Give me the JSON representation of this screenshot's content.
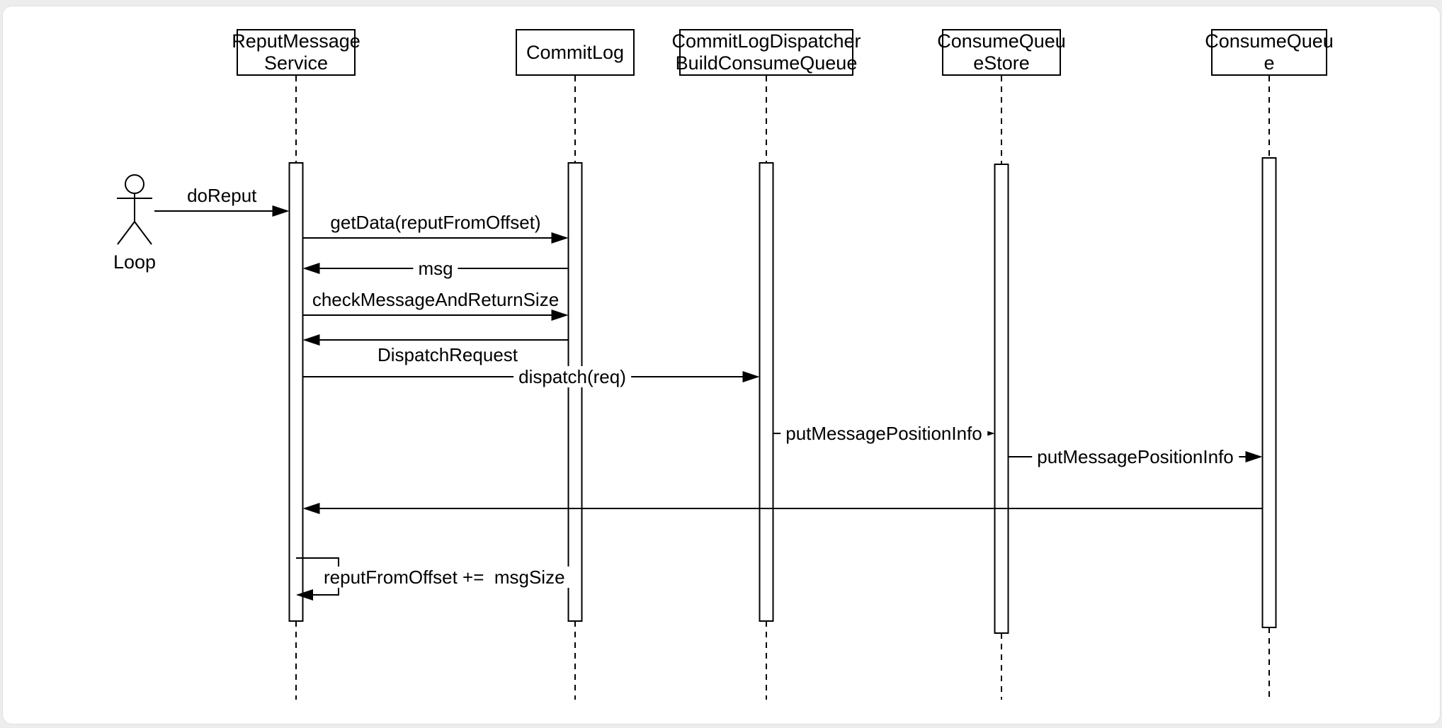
{
  "canvas": {
    "background_color": "#ededed",
    "card_color": "#ffffff",
    "line_color": "#000000"
  },
  "actor": {
    "label": "Loop"
  },
  "participants": [
    {
      "id": "reput-message-service",
      "lines": [
        "ReputMessage",
        "Service"
      ]
    },
    {
      "id": "commit-log",
      "lines": [
        "CommitLog"
      ]
    },
    {
      "id": "commit-log-dispatcher-build-consume-queue",
      "lines": [
        "CommitLogDispatcher",
        "BuildConsumeQueue"
      ]
    },
    {
      "id": "consume-queue-store",
      "lines": [
        "ConsumeQueu",
        "eStore"
      ]
    },
    {
      "id": "consume-queue",
      "lines": [
        "ConsumeQueu",
        "e"
      ]
    }
  ],
  "messages": [
    {
      "from": "actor",
      "to": "reput-message-service",
      "label": "doReput",
      "label_pos": "above"
    },
    {
      "from": "reput-message-service",
      "to": "commit-log",
      "label": "getData(reputFromOffset)",
      "label_pos": "above"
    },
    {
      "from": "commit-log",
      "to": "reput-message-service",
      "label": "msg",
      "label_pos": "on"
    },
    {
      "from": "reput-message-service",
      "to": "commit-log",
      "label": "checkMessageAndReturnSize",
      "label_pos": "above"
    },
    {
      "from": "commit-log",
      "to": "reput-message-service",
      "label": "DispatchRequest",
      "label_pos": "below"
    },
    {
      "from": "reput-message-service",
      "to": "commit-log-dispatcher-build-consume-queue",
      "label": "dispatch(req)",
      "label_pos": "on"
    },
    {
      "from": "commit-log-dispatcher-build-consume-queue",
      "to": "consume-queue-store",
      "label": "putMessagePositionInfo",
      "label_pos": "on"
    },
    {
      "from": "consume-queue-store",
      "to": "consume-queue",
      "label": "putMessagePositionInfo",
      "label_pos": "on"
    },
    {
      "from": "consume-queue",
      "to": "reput-message-service",
      "label": "",
      "label_pos": "none"
    },
    {
      "type": "self",
      "on": "reput-message-service",
      "label": "reputFromOffset +=  msgSize",
      "label_pos": "right"
    }
  ]
}
